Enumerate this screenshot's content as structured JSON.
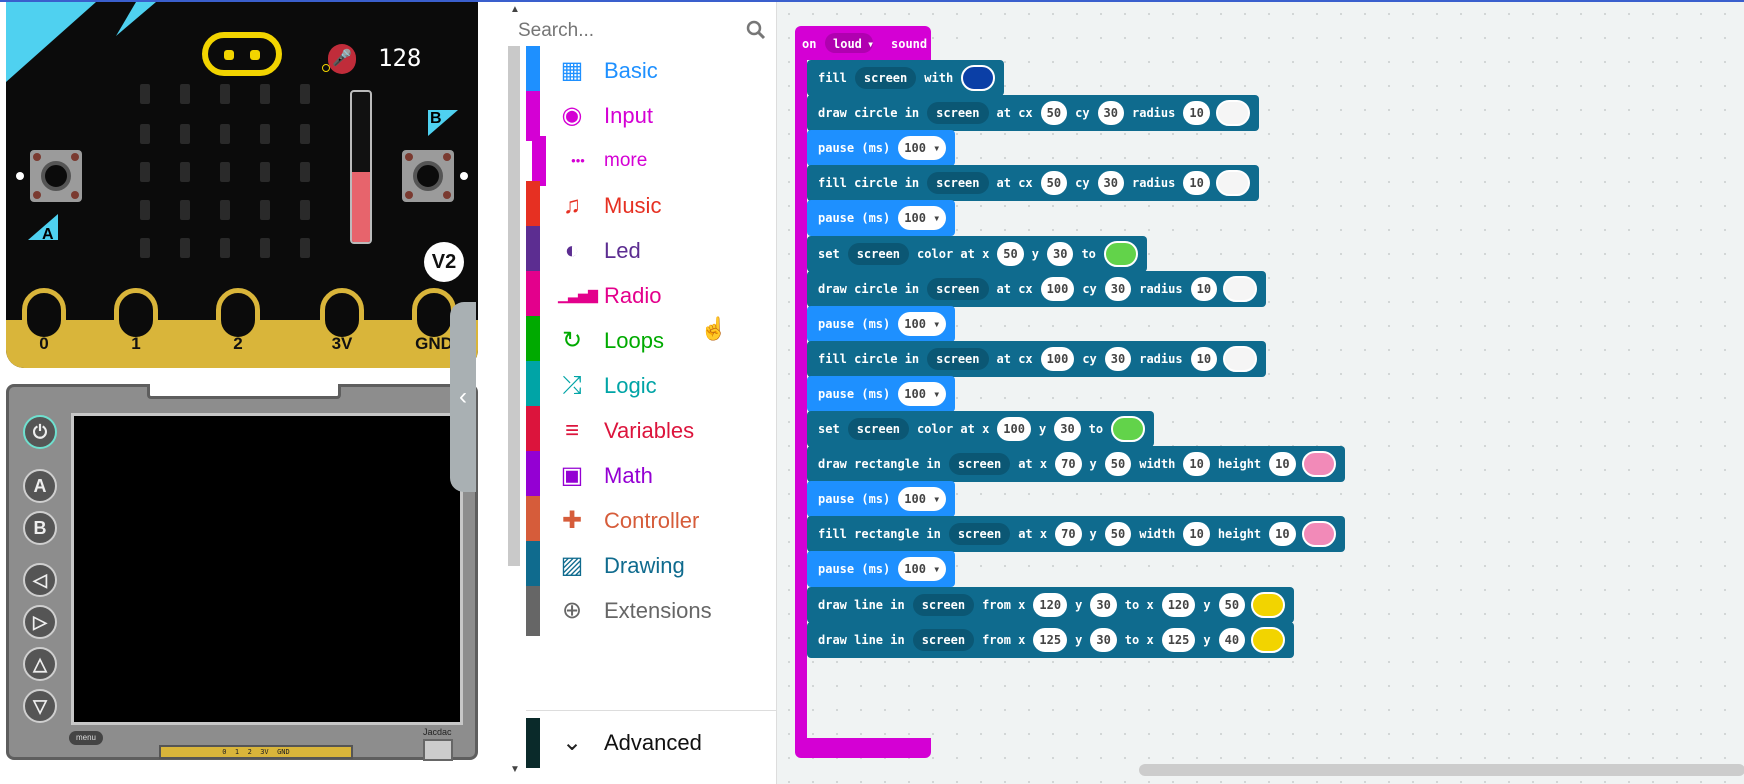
{
  "simulator": {
    "sound_level": "128",
    "sound_meter_fraction": 0.47,
    "button_a": "A",
    "button_b": "B",
    "version_badge": "V2",
    "pins": [
      "0",
      "1",
      "2",
      "3V",
      "GND"
    ],
    "arcade_buttons": [
      "A",
      "B"
    ],
    "menu_label": "menu",
    "jacdac_label": "Jacdac",
    "edge_pins": "0  1  2  3V  GND"
  },
  "toolbox": {
    "search_placeholder": "Search...",
    "categories": [
      {
        "label": "Basic",
        "color": "#1e90ff",
        "icon": "grid-icon",
        "glyph": "▦"
      },
      {
        "label": "Input",
        "color": "#d400d4",
        "icon": "target-icon",
        "glyph": "◉"
      },
      {
        "label": "more",
        "color": "#d400d4",
        "icon": "dots-icon",
        "glyph": "•••"
      },
      {
        "label": "Music",
        "color": "#e63022",
        "icon": "headphones-icon",
        "glyph": "♫"
      },
      {
        "label": "Led",
        "color": "#5c2d91",
        "icon": "toggle-icon",
        "glyph": "◐"
      },
      {
        "label": "Radio",
        "color": "#e3008c",
        "icon": "signal-bars-icon",
        "glyph": "▁▃▅▇"
      },
      {
        "label": "Loops",
        "color": "#00aa00",
        "icon": "refresh-icon",
        "glyph": "↻"
      },
      {
        "label": "Logic",
        "color": "#00a4a6",
        "icon": "shuffle-icon",
        "glyph": "⤮"
      },
      {
        "label": "Variables",
        "color": "#dc143c",
        "icon": "list-icon",
        "glyph": "≡"
      },
      {
        "label": "Math",
        "color": "#9400d3",
        "icon": "calculator-icon",
        "glyph": "▣"
      },
      {
        "label": "Controller",
        "color": "#d65c3a",
        "icon": "gamepad-icon",
        "glyph": "✚"
      },
      {
        "label": "Drawing",
        "color": "#0f6b8e",
        "icon": "image-icon",
        "glyph": "▨"
      },
      {
        "label": "Extensions",
        "color": "#666666",
        "icon": "plus-circle-icon",
        "glyph": "⊕"
      }
    ],
    "advanced": {
      "label": "Advanced",
      "color": "#0a2a2a",
      "icon": "chevron-down-icon",
      "glyph": "⌄"
    }
  },
  "workspace": {
    "event": {
      "prefix": "on",
      "dropdown": "loud",
      "suffix": "sound"
    },
    "blocks": [
      {
        "kind": "fill",
        "parts": [
          {
            "t": "w",
            "v": "fill"
          },
          {
            "t": "p",
            "v": "screen"
          },
          {
            "t": "w",
            "v": "with"
          },
          {
            "t": "c",
            "v": "#0b3fa6"
          }
        ]
      },
      {
        "kind": "draw",
        "parts": [
          {
            "t": "w",
            "v": "draw circle in"
          },
          {
            "t": "p",
            "v": "screen"
          },
          {
            "t": "w",
            "v": "at cx"
          },
          {
            "t": "n",
            "v": "50"
          },
          {
            "t": "w",
            "v": "cy"
          },
          {
            "t": "n",
            "v": "30"
          },
          {
            "t": "w",
            "v": "radius"
          },
          {
            "t": "n",
            "v": "10"
          },
          {
            "t": "c",
            "v": "#f5f5f5"
          }
        ]
      },
      {
        "kind": "pause",
        "parts": [
          {
            "t": "w",
            "v": "pause (ms)"
          },
          {
            "t": "d",
            "v": "100 ▾"
          }
        ]
      },
      {
        "kind": "draw",
        "parts": [
          {
            "t": "w",
            "v": "fill circle in"
          },
          {
            "t": "p",
            "v": "screen"
          },
          {
            "t": "w",
            "v": "at cx"
          },
          {
            "t": "n",
            "v": "50"
          },
          {
            "t": "w",
            "v": "cy"
          },
          {
            "t": "n",
            "v": "30"
          },
          {
            "t": "w",
            "v": "radius"
          },
          {
            "t": "n",
            "v": "10"
          },
          {
            "t": "c",
            "v": "#f5f5f5"
          }
        ]
      },
      {
        "kind": "pause",
        "parts": [
          {
            "t": "w",
            "v": "pause (ms)"
          },
          {
            "t": "d",
            "v": "100 ▾"
          }
        ]
      },
      {
        "kind": "draw",
        "parts": [
          {
            "t": "w",
            "v": "set"
          },
          {
            "t": "p",
            "v": "screen"
          },
          {
            "t": "w",
            "v": "color at x"
          },
          {
            "t": "n",
            "v": "50"
          },
          {
            "t": "w",
            "v": "y"
          },
          {
            "t": "n",
            "v": "30"
          },
          {
            "t": "w",
            "v": "to"
          },
          {
            "t": "c",
            "v": "#62d34a"
          }
        ]
      },
      {
        "kind": "draw",
        "parts": [
          {
            "t": "w",
            "v": "draw circle in"
          },
          {
            "t": "p",
            "v": "screen"
          },
          {
            "t": "w",
            "v": "at cx"
          },
          {
            "t": "n",
            "v": "100"
          },
          {
            "t": "w",
            "v": "cy"
          },
          {
            "t": "n",
            "v": "30"
          },
          {
            "t": "w",
            "v": "radius"
          },
          {
            "t": "n",
            "v": "10"
          },
          {
            "t": "c",
            "v": "#f5f5f5"
          }
        ]
      },
      {
        "kind": "pause",
        "parts": [
          {
            "t": "w",
            "v": "pause (ms)"
          },
          {
            "t": "d",
            "v": "100 ▾"
          }
        ]
      },
      {
        "kind": "draw",
        "parts": [
          {
            "t": "w",
            "v": "fill circle in"
          },
          {
            "t": "p",
            "v": "screen"
          },
          {
            "t": "w",
            "v": "at cx"
          },
          {
            "t": "n",
            "v": "100"
          },
          {
            "t": "w",
            "v": "cy"
          },
          {
            "t": "n",
            "v": "30"
          },
          {
            "t": "w",
            "v": "radius"
          },
          {
            "t": "n",
            "v": "10"
          },
          {
            "t": "c",
            "v": "#f5f5f5"
          }
        ]
      },
      {
        "kind": "pause",
        "parts": [
          {
            "t": "w",
            "v": "pause (ms)"
          },
          {
            "t": "d",
            "v": "100 ▾"
          }
        ]
      },
      {
        "kind": "draw",
        "parts": [
          {
            "t": "w",
            "v": "set"
          },
          {
            "t": "p",
            "v": "screen"
          },
          {
            "t": "w",
            "v": "color at x"
          },
          {
            "t": "n",
            "v": "100"
          },
          {
            "t": "w",
            "v": "y"
          },
          {
            "t": "n",
            "v": "30"
          },
          {
            "t": "w",
            "v": "to"
          },
          {
            "t": "c",
            "v": "#62d34a"
          }
        ]
      },
      {
        "kind": "draw",
        "parts": [
          {
            "t": "w",
            "v": "draw rectangle in"
          },
          {
            "t": "p",
            "v": "screen"
          },
          {
            "t": "w",
            "v": "at x"
          },
          {
            "t": "n",
            "v": "70"
          },
          {
            "t": "w",
            "v": "y"
          },
          {
            "t": "n",
            "v": "50"
          },
          {
            "t": "w",
            "v": "width"
          },
          {
            "t": "n",
            "v": "10"
          },
          {
            "t": "w",
            "v": "height"
          },
          {
            "t": "n",
            "v": "10"
          },
          {
            "t": "c",
            "v": "#f28ab8"
          }
        ]
      },
      {
        "kind": "pause",
        "parts": [
          {
            "t": "w",
            "v": "pause (ms)"
          },
          {
            "t": "d",
            "v": "100 ▾"
          }
        ]
      },
      {
        "kind": "draw",
        "parts": [
          {
            "t": "w",
            "v": "fill rectangle in"
          },
          {
            "t": "p",
            "v": "screen"
          },
          {
            "t": "w",
            "v": "at x"
          },
          {
            "t": "n",
            "v": "70"
          },
          {
            "t": "w",
            "v": "y"
          },
          {
            "t": "n",
            "v": "50"
          },
          {
            "t": "w",
            "v": "width"
          },
          {
            "t": "n",
            "v": "10"
          },
          {
            "t": "w",
            "v": "height"
          },
          {
            "t": "n",
            "v": "10"
          },
          {
            "t": "c",
            "v": "#f28ab8"
          }
        ]
      },
      {
        "kind": "pause",
        "parts": [
          {
            "t": "w",
            "v": "pause (ms)"
          },
          {
            "t": "d",
            "v": "100 ▾"
          }
        ]
      },
      {
        "kind": "draw",
        "parts": [
          {
            "t": "w",
            "v": "draw line in"
          },
          {
            "t": "p",
            "v": "screen"
          },
          {
            "t": "w",
            "v": "from x"
          },
          {
            "t": "n",
            "v": "120"
          },
          {
            "t": "w",
            "v": "y"
          },
          {
            "t": "n",
            "v": "30"
          },
          {
            "t": "w",
            "v": "to x"
          },
          {
            "t": "n",
            "v": "120"
          },
          {
            "t": "w",
            "v": "y"
          },
          {
            "t": "n",
            "v": "50"
          },
          {
            "t": "c",
            "v": "#f2d400"
          }
        ]
      },
      {
        "kind": "draw",
        "parts": [
          {
            "t": "w",
            "v": "draw line in"
          },
          {
            "t": "p",
            "v": "screen"
          },
          {
            "t": "w",
            "v": "from x"
          },
          {
            "t": "n",
            "v": "125"
          },
          {
            "t": "w",
            "v": "y"
          },
          {
            "t": "n",
            "v": "30"
          },
          {
            "t": "w",
            "v": "to x"
          },
          {
            "t": "n",
            "v": "125"
          },
          {
            "t": "w",
            "v": "y"
          },
          {
            "t": "n",
            "v": "40"
          },
          {
            "t": "c",
            "v": "#f2d400"
          }
        ]
      }
    ]
  }
}
